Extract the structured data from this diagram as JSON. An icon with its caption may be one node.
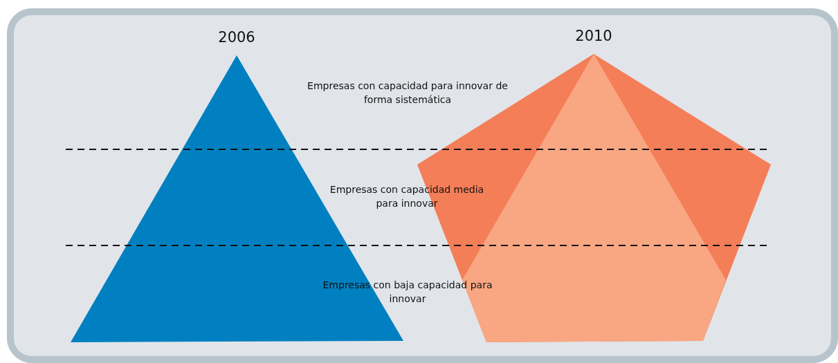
{
  "diagram": {
    "nodes": [
      {
        "text": [],
        "shape": "triangle",
        "beside": [
          "2006"
        ]
      },
      {
        "text": [],
        "shape": "pentagon",
        "beside": [
          "2010"
        ]
      }
    ],
    "labels": [
      "Empresas con capacidad para innovar de forma sistemática",
      "Empresas con capacidad media para innovar",
      "Empresas con baja capacidad para innovar"
    ]
  }
}
